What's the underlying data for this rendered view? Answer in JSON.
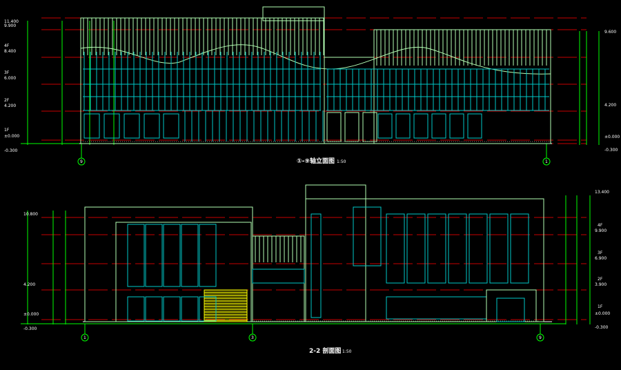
{
  "elevation": {
    "title": "①-⑨轴立面图",
    "scale": "1:50",
    "axis_left": "9",
    "axis_right": "1",
    "left_levels": [
      {
        "floor": "",
        "value": "11.400"
      },
      {
        "floor": "",
        "value": "9.900"
      },
      {
        "floor": "4F",
        "value": "8.400"
      },
      {
        "floor": "3F",
        "value": "6.000"
      },
      {
        "floor": "2F",
        "value": "4.200"
      },
      {
        "floor": "1F",
        "value": "±0.000"
      },
      {
        "floor": "",
        "value": "-0.300"
      }
    ],
    "right_levels": [
      {
        "value": "9.600"
      },
      {
        "value": "4.200"
      },
      {
        "value": "±0.000"
      },
      {
        "value": "-0.300"
      }
    ]
  },
  "section": {
    "title": "2-2 剖面图",
    "scale": "1:50",
    "axis_labels": [
      "1",
      "3",
      "9"
    ],
    "left_levels": [
      {
        "value": "10.800"
      },
      {
        "value": "4.200"
      },
      {
        "value": "±0.000"
      },
      {
        "value": "-0.300"
      }
    ],
    "right_levels": [
      {
        "floor": "",
        "value": "13.400"
      },
      {
        "floor": "4F",
        "value": "9.900"
      },
      {
        "floor": "3F",
        "value": "6.900"
      },
      {
        "floor": "2F",
        "value": "3.900"
      },
      {
        "floor": "1F",
        "value": "±0.000"
      },
      {
        "floor": "",
        "value": "-0.300"
      }
    ]
  },
  "colors": {
    "line": "#00ff00",
    "wall": "#b4ffb4",
    "glass": "#00c8c8",
    "axis": "#c80000",
    "yellow": "#ffff00"
  }
}
